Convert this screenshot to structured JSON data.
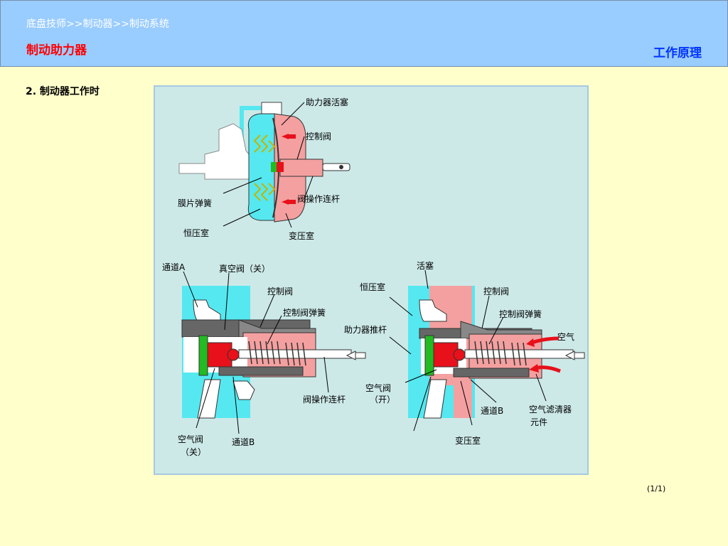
{
  "header": {
    "breadcrumb": "底盘技师>>制动器>>制动系统",
    "title": "制动助力器",
    "section": "工作原理"
  },
  "content": {
    "heading": "2. 制动器工作时"
  },
  "figure": {
    "top": {
      "booster_piston": "助力器活塞",
      "control_valve": "控制阀",
      "valve_operating_rod": "阀操作连杆",
      "diaphragm_spring": "膜片弹簧",
      "constant_pressure_chamber": "恒压室",
      "variable_pressure_chamber": "变压室"
    },
    "left": {
      "passage_a": "通道A",
      "vacuum_valve": "真空阀（关）",
      "control_valve": "控制阀",
      "control_valve_spring": "控制阀弹簧",
      "valve_operating_rod": "阀操作连杆",
      "air_valve_line1": "空气阀",
      "air_valve_line2": "（关）",
      "passage_b": "通道B"
    },
    "right": {
      "piston": "活塞",
      "constant_pressure_chamber": "恒压室",
      "control_valve": "控制阀",
      "control_valve_spring": "控制阀弹簧",
      "booster_pushrod": "助力器推杆",
      "air": "空气",
      "air_valve_line1": "空气阀",
      "air_valve_line2": "（开）",
      "passage_b": "通道B",
      "filter_line1": "空气滤清器",
      "filter_line2": "元件",
      "variable_pressure_chamber": "变压室"
    }
  },
  "footer": {
    "page_indicator": "(1/1)"
  },
  "colors": {
    "header_bg": "#99CCFF",
    "page_bg": "#FFFFCC",
    "title": "#FF0000",
    "section": "#0033FF",
    "constant_chamber": "#55E8F0",
    "variable_chamber": "#F4A0A0",
    "valve_red": "#E8101A",
    "valve_green": "#22BB22"
  }
}
